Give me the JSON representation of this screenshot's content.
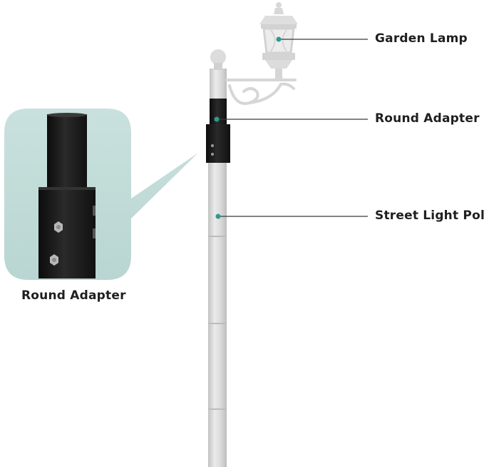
{
  "labels": {
    "garden_lamp": "Garden Lamp",
    "round_adapter": "Round Adapter",
    "street_light_pole": "Street Light Pole",
    "zoom_caption": "Round Adapter"
  },
  "colors": {
    "zoom_panel": "#c6dfdc",
    "adapter_black": "#1c1c1c",
    "pole_gray": "#d4d4d4",
    "lamp_gray": "#dcdcdc",
    "marker_teal": "#2e9a8e",
    "leader_line": "#3a3a3a"
  }
}
